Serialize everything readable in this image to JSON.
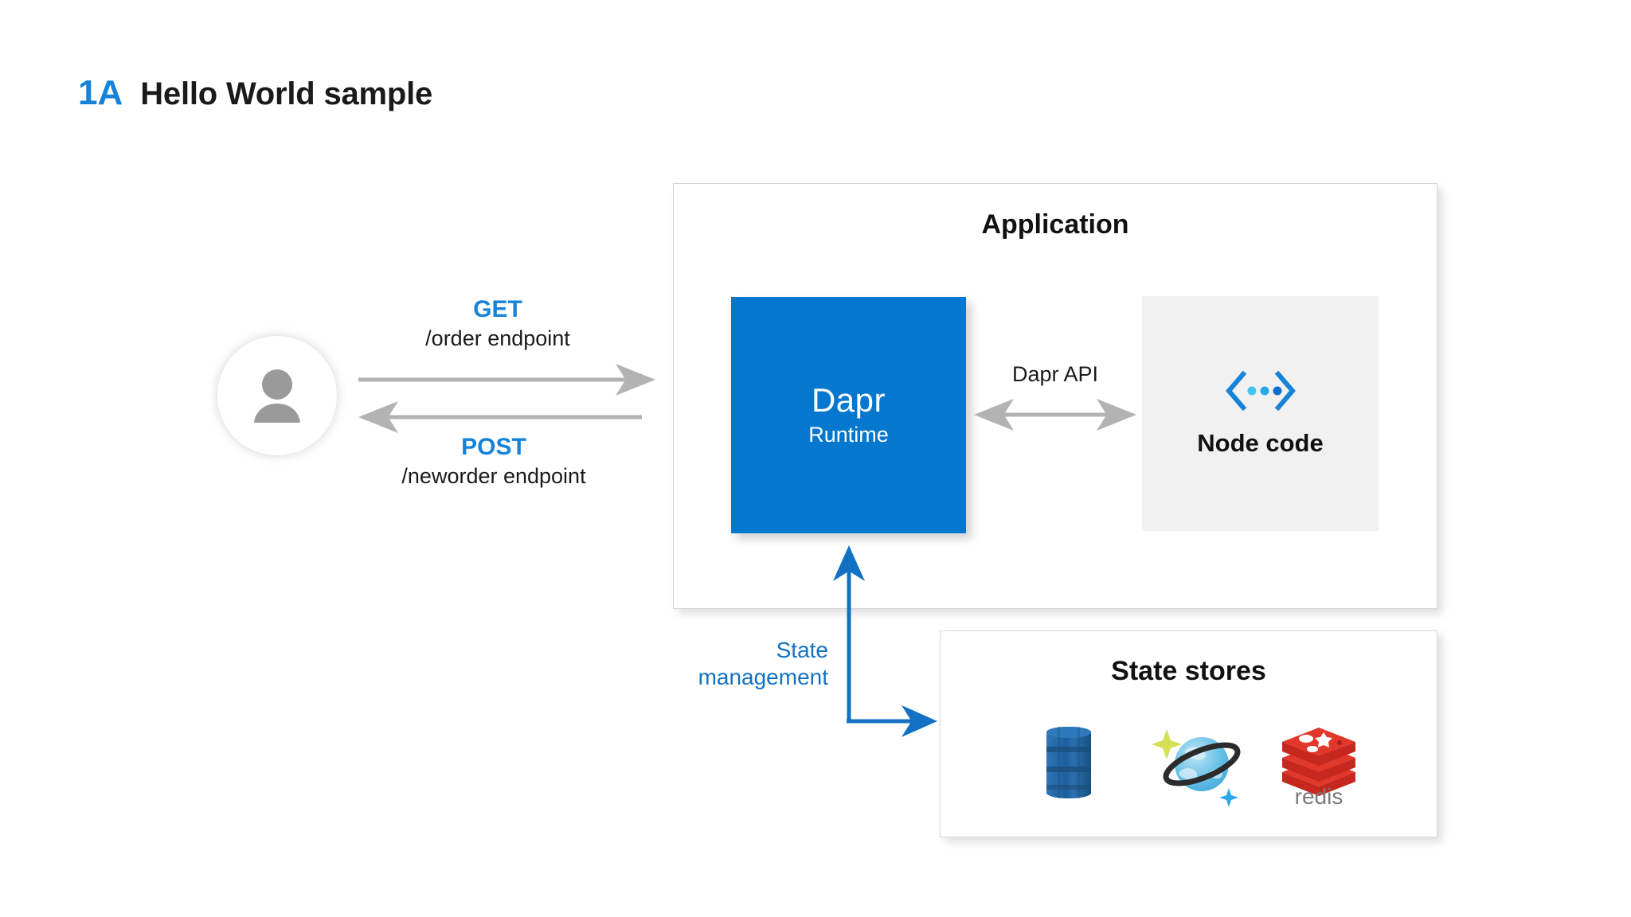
{
  "title": {
    "number": "1A",
    "text": "Hello World sample"
  },
  "colors": {
    "accent_blue": "#1683D8",
    "dapr_blue": "#0477CE",
    "arrow_grey": "#B3B3B3",
    "state_arrow_blue": "#1371C4",
    "node_box_grey": "#F1F1F1",
    "text_dark": "#1a1a1a"
  },
  "client": {
    "avatar_icon": "user-icon"
  },
  "requests": [
    {
      "verb": "GET",
      "path": "/order endpoint",
      "direction": "right"
    },
    {
      "verb": "POST",
      "path": "/neworder endpoint",
      "direction": "left"
    }
  ],
  "application": {
    "title": "Application",
    "dapr": {
      "name": "Dapr",
      "subtitle": "Runtime"
    },
    "api_link_label": "Dapr API",
    "node": {
      "icon": "code-brackets-icon",
      "label": "Node code"
    }
  },
  "state_link": {
    "line1": "State",
    "line2": "management"
  },
  "state_stores": {
    "title": "State stores",
    "items": [
      {
        "name": "dynamodb-icon",
        "label": ""
      },
      {
        "name": "cosmosdb-icon",
        "label": ""
      },
      {
        "name": "redis-icon",
        "label": "redis"
      }
    ]
  }
}
